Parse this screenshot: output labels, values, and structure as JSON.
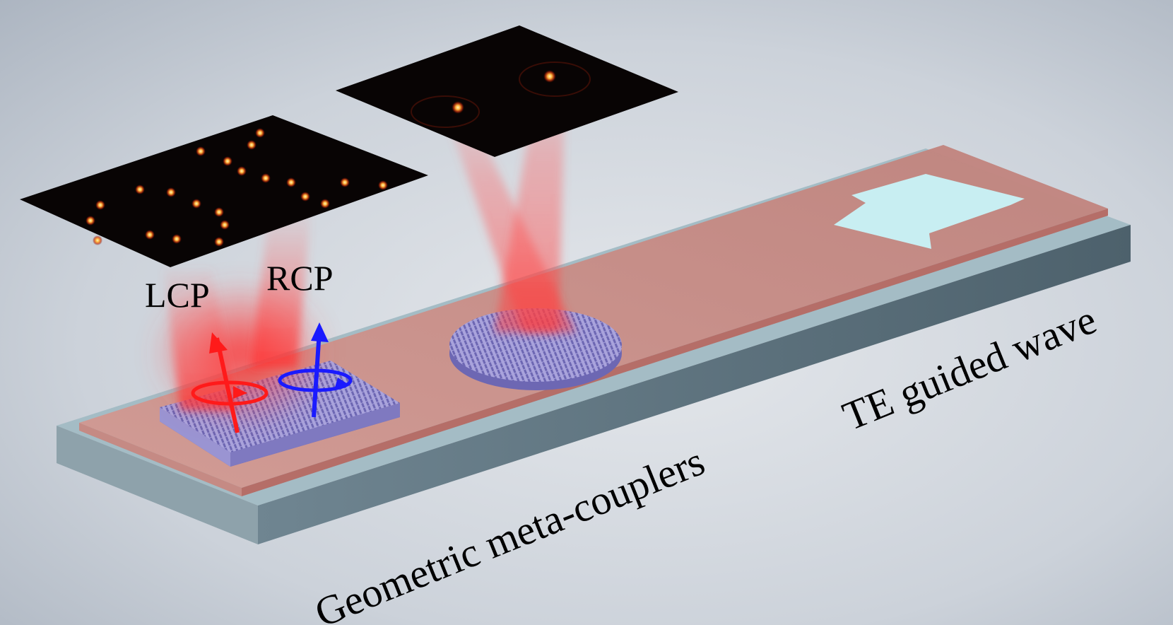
{
  "labels": {
    "lcp": "LCP",
    "rcp": "RCP",
    "guided_wave": "TE guided wave",
    "meta_couplers": "Geometric meta-couplers"
  },
  "colors": {
    "background": "#c8ced6",
    "waveguide_top": "#c98a84",
    "substrate_front": "#5f7480",
    "substrate_top": "#9fb9c2",
    "arrow": "#c8eef2",
    "coupler": "#8c86c8",
    "beam": "#ff3b3b",
    "lcp_arrow": "#ff1a1a",
    "rcp_arrow": "#1a1aff",
    "screen": "#0a0505",
    "spot": "#ffb64a"
  },
  "icons": {
    "direction_arrow": "left-arrow-icon",
    "lcp_polarization": "lcp-circular-polarization-icon",
    "rcp_polarization": "rcp-circular-polarization-icon"
  }
}
